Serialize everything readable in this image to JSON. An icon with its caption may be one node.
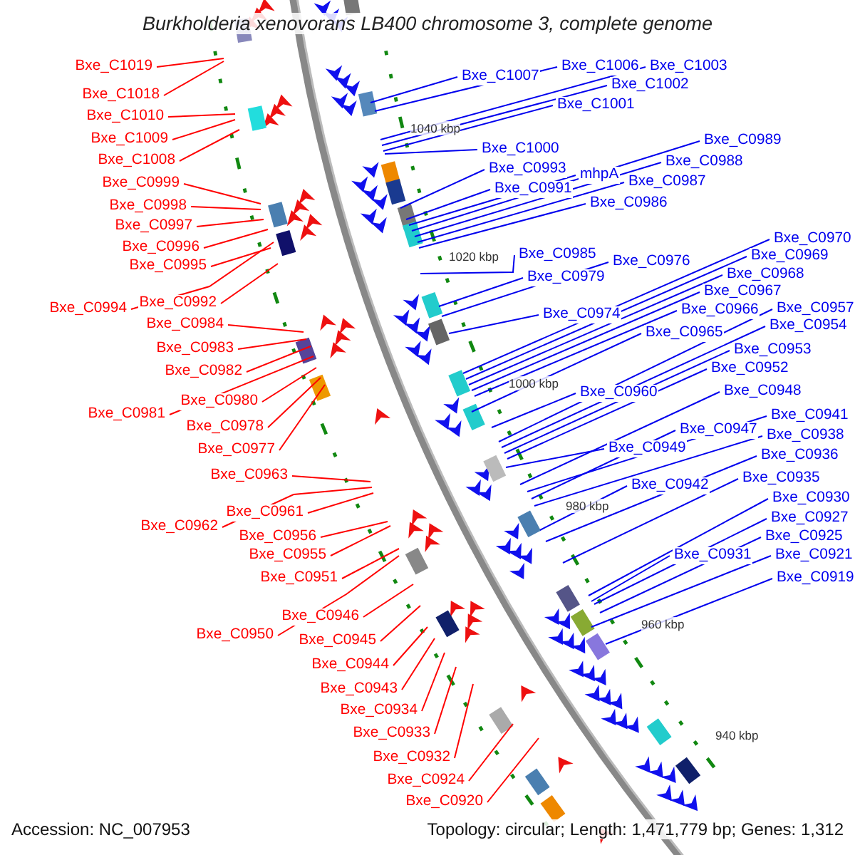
{
  "diagram": {
    "title": "Burkholderia xenovorans LB400 chromosome 3, complete genome",
    "nodes": [
      {
        "text": [
          "Bxe_C1019"
        ]
      },
      {
        "text": [
          "Bxe_C1018"
        ]
      },
      {
        "text": [
          "Bxe_C1010"
        ]
      },
      {
        "text": [
          "Bxe_C1009"
        ]
      },
      {
        "text": [
          "Bxe_C1008"
        ]
      },
      {
        "text": [
          "Bxe_C0999"
        ]
      },
      {
        "text": [
          "Bxe_C0998"
        ]
      },
      {
        "text": [
          "Bxe_C0997"
        ]
      },
      {
        "text": [
          "Bxe_C0996"
        ]
      },
      {
        "text": [
          "Bxe_C0995"
        ]
      },
      {
        "text": [
          "Bxe_C0994"
        ]
      },
      {
        "text": [
          "Bxe_C0992"
        ]
      },
      {
        "text": [
          "Bxe_C0984"
        ]
      },
      {
        "text": [
          "Bxe_C0983"
        ]
      },
      {
        "text": [
          "Bxe_C0982"
        ]
      },
      {
        "text": [
          "Bxe_C0981"
        ]
      },
      {
        "text": [
          "Bxe_C0980"
        ]
      },
      {
        "text": [
          "Bxe_C0978"
        ]
      },
      {
        "text": [
          "Bxe_C0977"
        ]
      },
      {
        "text": [
          "Bxe_C0963"
        ]
      },
      {
        "text": [
          "Bxe_C0961"
        ]
      },
      {
        "text": [
          "Bxe_C0962"
        ]
      },
      {
        "text": [
          "Bxe_C0956"
        ]
      },
      {
        "text": [
          "Bxe_C0955"
        ]
      },
      {
        "text": [
          "Bxe_C0951"
        ]
      },
      {
        "text": [
          "Bxe_C0950"
        ]
      },
      {
        "text": [
          "Bxe_C0946"
        ]
      },
      {
        "text": [
          "Bxe_C0945"
        ]
      },
      {
        "text": [
          "Bxe_C0944"
        ]
      },
      {
        "text": [
          "Bxe_C0943"
        ]
      },
      {
        "text": [
          "Bxe_C0934"
        ]
      },
      {
        "text": [
          "Bxe_C0933"
        ]
      },
      {
        "text": [
          "Bxe_C0932"
        ]
      },
      {
        "text": [
          "Bxe_C0924"
        ]
      },
      {
        "text": [
          "Bxe_C0920"
        ]
      },
      {
        "text": [
          "Bxe_C1007"
        ]
      },
      {
        "text": [
          "Bxe_C1006"
        ]
      },
      {
        "text": [
          "Bxe_C1003"
        ]
      },
      {
        "text": [
          "Bxe_C1002"
        ]
      },
      {
        "text": [
          "Bxe_C1001"
        ]
      },
      {
        "text": [
          "Bxe_C1000"
        ]
      },
      {
        "text": [
          "Bxe_C0993"
        ]
      },
      {
        "text": [
          "Bxe_C0991"
        ]
      },
      {
        "text": [
          "mhpA"
        ]
      },
      {
        "text": [
          "Bxe_C0989"
        ]
      },
      {
        "text": [
          "Bxe_C0988"
        ]
      },
      {
        "text": [
          "Bxe_C0987"
        ]
      },
      {
        "text": [
          "Bxe_C0986"
        ]
      },
      {
        "text": [
          "Bxe_C0985"
        ]
      },
      {
        "text": [
          "Bxe_C0976"
        ]
      },
      {
        "text": [
          "Bxe_C0979"
        ]
      },
      {
        "text": [
          "Bxe_C0974"
        ]
      },
      {
        "text": [
          "Bxe_C0970"
        ]
      },
      {
        "text": [
          "Bxe_C0969"
        ]
      },
      {
        "text": [
          "Bxe_C0968"
        ]
      },
      {
        "text": [
          "Bxe_C0967"
        ]
      },
      {
        "text": [
          "Bxe_C0966"
        ]
      },
      {
        "text": [
          "Bxe_C0965"
        ]
      },
      {
        "text": [
          "Bxe_C0957"
        ]
      },
      {
        "text": [
          "Bxe_C0954"
        ]
      },
      {
        "text": [
          "Bxe_C0953"
        ]
      },
      {
        "text": [
          "Bxe_C0952"
        ]
      },
      {
        "text": [
          "Bxe_C0960"
        ]
      },
      {
        "text": [
          "Bxe_C0948"
        ]
      },
      {
        "text": [
          "Bxe_C0941"
        ]
      },
      {
        "text": [
          "Bxe_C0947"
        ]
      },
      {
        "text": [
          "Bxe_C0938"
        ]
      },
      {
        "text": [
          "Bxe_C0949"
        ]
      },
      {
        "text": [
          "Bxe_C0936"
        ]
      },
      {
        "text": [
          "Bxe_C0942"
        ]
      },
      {
        "text": [
          "Bxe_C0935"
        ]
      },
      {
        "text": [
          "Bxe_C0930"
        ]
      },
      {
        "text": [
          "Bxe_C0927"
        ]
      },
      {
        "text": [
          "Bxe_C0931"
        ]
      },
      {
        "text": [
          "Bxe_C0925"
        ]
      },
      {
        "text": [
          "Bxe_C0921"
        ]
      },
      {
        "text": [
          "Bxe_C0919"
        ]
      }
    ],
    "edges": [
      {
        "from": 0,
        "to": null,
        "arrow": "none",
        "color": "#ff0000"
      },
      {
        "from": 1,
        "to": null,
        "arrow": "none",
        "color": "#ff0000"
      },
      {
        "from": 2,
        "to": null,
        "arrow": "none",
        "color": "#ff0000"
      },
      {
        "from": 3,
        "to": null,
        "arrow": "none",
        "color": "#ff0000"
      },
      {
        "from": 4,
        "to": null,
        "arrow": "none",
        "color": "#ff0000"
      },
      {
        "from": 5,
        "to": null,
        "arrow": "none",
        "color": "#ff0000"
      },
      {
        "from": 6,
        "to": null,
        "arrow": "none",
        "color": "#ff0000"
      },
      {
        "from": 7,
        "to": null,
        "arrow": "none",
        "color": "#ff0000"
      },
      {
        "from": 8,
        "to": null,
        "arrow": "none",
        "color": "#ff0000"
      },
      {
        "from": 9,
        "to": null,
        "arrow": "none",
        "color": "#ff0000"
      },
      {
        "from": 10,
        "to": null,
        "arrow": "none",
        "color": "#ff0000"
      },
      {
        "from": 11,
        "to": null,
        "arrow": "none",
        "color": "#ff0000"
      },
      {
        "from": 12,
        "to": null,
        "arrow": "none",
        "color": "#ff0000"
      },
      {
        "from": 13,
        "to": null,
        "arrow": "none",
        "color": "#ff0000"
      },
      {
        "from": 14,
        "to": null,
        "arrow": "none",
        "color": "#ff0000"
      },
      {
        "from": 15,
        "to": null,
        "arrow": "none",
        "color": "#ff0000"
      },
      {
        "from": 16,
        "to": null,
        "arrow": "none",
        "color": "#ff0000"
      },
      {
        "from": 17,
        "to": null,
        "arrow": "none",
        "color": "#ff0000"
      },
      {
        "from": 18,
        "to": null,
        "arrow": "none",
        "color": "#ff0000"
      },
      {
        "from": 19,
        "to": null,
        "arrow": "none",
        "color": "#ff0000"
      },
      {
        "from": 20,
        "to": null,
        "arrow": "none",
        "color": "#ff0000"
      },
      {
        "from": 21,
        "to": null,
        "arrow": "none",
        "color": "#ff0000"
      },
      {
        "from": 22,
        "to": null,
        "arrow": "none",
        "color": "#ff0000"
      },
      {
        "from": 23,
        "to": null,
        "arrow": "none",
        "color": "#ff0000"
      },
      {
        "from": 24,
        "to": null,
        "arrow": "none",
        "color": "#ff0000"
      },
      {
        "from": 25,
        "to": null,
        "arrow": "none",
        "color": "#ff0000"
      },
      {
        "from": 26,
        "to": null,
        "arrow": "none",
        "color": "#ff0000"
      },
      {
        "from": 27,
        "to": null,
        "arrow": "none",
        "color": "#ff0000"
      },
      {
        "from": 28,
        "to": null,
        "arrow": "none",
        "color": "#ff0000"
      },
      {
        "from": 29,
        "to": null,
        "arrow": "none",
        "color": "#ff0000"
      },
      {
        "from": 30,
        "to": null,
        "arrow": "none",
        "color": "#ff0000"
      },
      {
        "from": 31,
        "to": null,
        "arrow": "none",
        "color": "#ff0000"
      },
      {
        "from": 32,
        "to": null,
        "arrow": "none",
        "color": "#ff0000"
      },
      {
        "from": 33,
        "to": null,
        "arrow": "none",
        "color": "#ff0000"
      },
      {
        "from": 34,
        "to": null,
        "arrow": "none",
        "color": "#ff0000"
      },
      {
        "from": 35,
        "to": null,
        "arrow": "none"
      },
      {
        "from": 36,
        "to": null,
        "arrow": "none"
      },
      {
        "from": 37,
        "to": null,
        "arrow": "none"
      },
      {
        "from": 38,
        "to": null,
        "arrow": "none"
      },
      {
        "from": 39,
        "to": null,
        "arrow": "none"
      },
      {
        "from": 40,
        "to": null,
        "arrow": "none"
      },
      {
        "from": 41,
        "to": null,
        "arrow": "none"
      },
      {
        "from": 42,
        "to": null,
        "arrow": "none"
      },
      {
        "from": 43,
        "to": null,
        "arrow": "none"
      },
      {
        "from": 44,
        "to": null,
        "arrow": "none"
      },
      {
        "from": 45,
        "to": null,
        "arrow": "none"
      },
      {
        "from": 46,
        "to": null,
        "arrow": "none"
      },
      {
        "from": 47,
        "to": null,
        "arrow": "none"
      },
      {
        "from": 48,
        "to": null,
        "arrow": "none"
      },
      {
        "from": 49,
        "to": null,
        "arrow": "none"
      },
      {
        "from": 50,
        "to": null,
        "arrow": "none"
      },
      {
        "from": 51,
        "to": null,
        "arrow": "none"
      },
      {
        "from": 52,
        "to": null,
        "arrow": "none"
      },
      {
        "from": 53,
        "to": null,
        "arrow": "none"
      },
      {
        "from": 54,
        "to": null,
        "arrow": "none"
      },
      {
        "from": 55,
        "to": null,
        "arrow": "none"
      },
      {
        "from": 56,
        "to": null,
        "arrow": "none"
      },
      {
        "from": 57,
        "to": null,
        "arrow": "none"
      },
      {
        "from": 58,
        "to": null,
        "arrow": "none"
      },
      {
        "from": 59,
        "to": null,
        "arrow": "none"
      },
      {
        "from": 60,
        "to": null,
        "arrow": "none"
      },
      {
        "from": 61,
        "to": null,
        "arrow": "none"
      },
      {
        "from": 62,
        "to": null,
        "arrow": "none"
      },
      {
        "from": 63,
        "to": null,
        "arrow": "none"
      },
      {
        "from": 64,
        "to": null,
        "arrow": "none"
      },
      {
        "from": 65,
        "to": null,
        "arrow": "none"
      },
      {
        "from": 66,
        "to": null,
        "arrow": "none"
      },
      {
        "from": 67,
        "to": null,
        "arrow": "none"
      },
      {
        "from": 68,
        "to": null,
        "arrow": "none"
      },
      {
        "from": 69,
        "to": null,
        "arrow": "none"
      },
      {
        "from": 70,
        "to": null,
        "arrow": "none"
      },
      {
        "from": 71,
        "to": null,
        "arrow": "none"
      },
      {
        "from": 72,
        "to": null,
        "arrow": "none"
      },
      {
        "from": 73,
        "to": null,
        "arrow": "none"
      },
      {
        "from": 74,
        "to": null,
        "arrow": "none"
      },
      {
        "from": 75,
        "to": null,
        "arrow": "none"
      },
      {
        "from": 76,
        "to": null,
        "arrow": "none"
      }
    ],
    "labels": [
      "1040 kbp",
      "1020 kbp",
      "1000 kbp",
      "980 kbp",
      "960 kbp",
      "940 kbp",
      "Accession: NC_007953",
      "Topology: circular; Length: 1,471,779 bp; Genes: 1,312"
    ]
  }
}
